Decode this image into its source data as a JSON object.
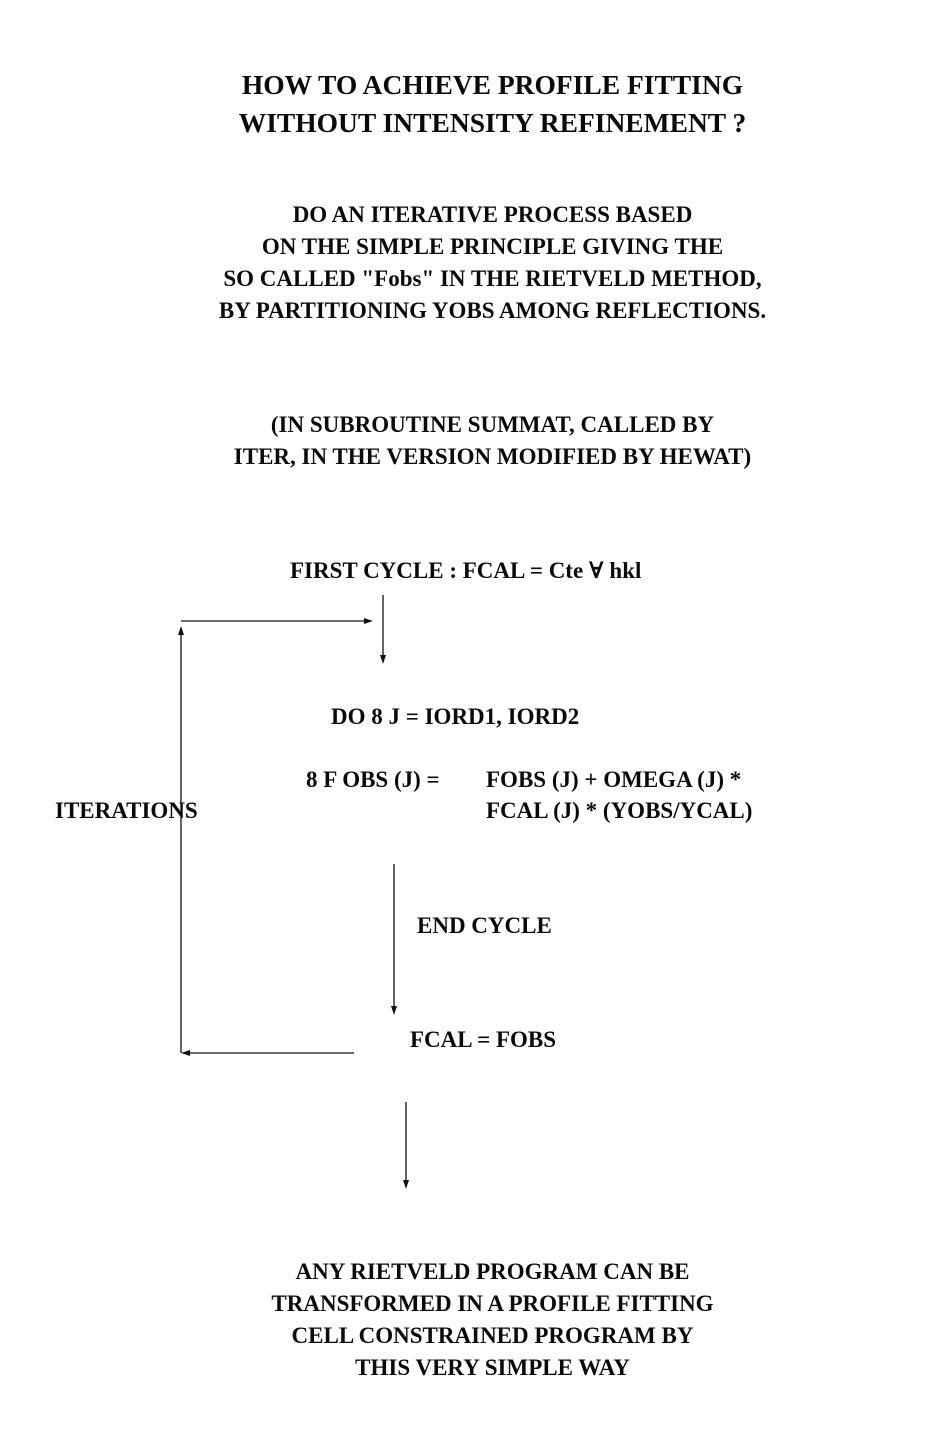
{
  "title": {
    "line1": "HOW TO ACHIEVE PROFILE FITTING",
    "line2": "WITHOUT INTENSITY REFINEMENT ?"
  },
  "intro": {
    "line1": "DO AN ITERATIVE PROCESS BASED",
    "line2": "ON THE SIMPLE PRINCIPLE GIVING THE",
    "line3": "SO CALLED \"Fobs\" IN THE RIETVELD METHOD,",
    "line4": "BY PARTITIONING YOBS AMONG REFLECTIONS."
  },
  "subroutine": {
    "line1": "(IN SUBROUTINE SUMMAT, CALLED BY",
    "line2": "ITER, IN THE VERSION MODIFIED BY HEWAT)"
  },
  "flow": {
    "first_cycle": "FIRST CYCLE : FCAL =  Cte ∀ hkl",
    "do_loop": "DO 8 J = IORD1, IORD2",
    "fobs_label": "8  F OBS (J) =",
    "fobs_expr_line1": "FOBS (J) + OMEGA (J) *",
    "fobs_expr_line2": "FCAL (J) * (YOBS/YCAL)",
    "iterations": "ITERATIONS",
    "end_cycle": "END CYCLE",
    "fcal_assign": "FCAL = FOBS"
  },
  "conclusion": {
    "line1": "ANY RIETVELD PROGRAM CAN BE",
    "line2": "TRANSFORMED IN A PROFILE FITTING",
    "line3": "CELL CONSTRAINED PROGRAM BY",
    "line4": "THIS VERY SIMPLE WAY"
  }
}
